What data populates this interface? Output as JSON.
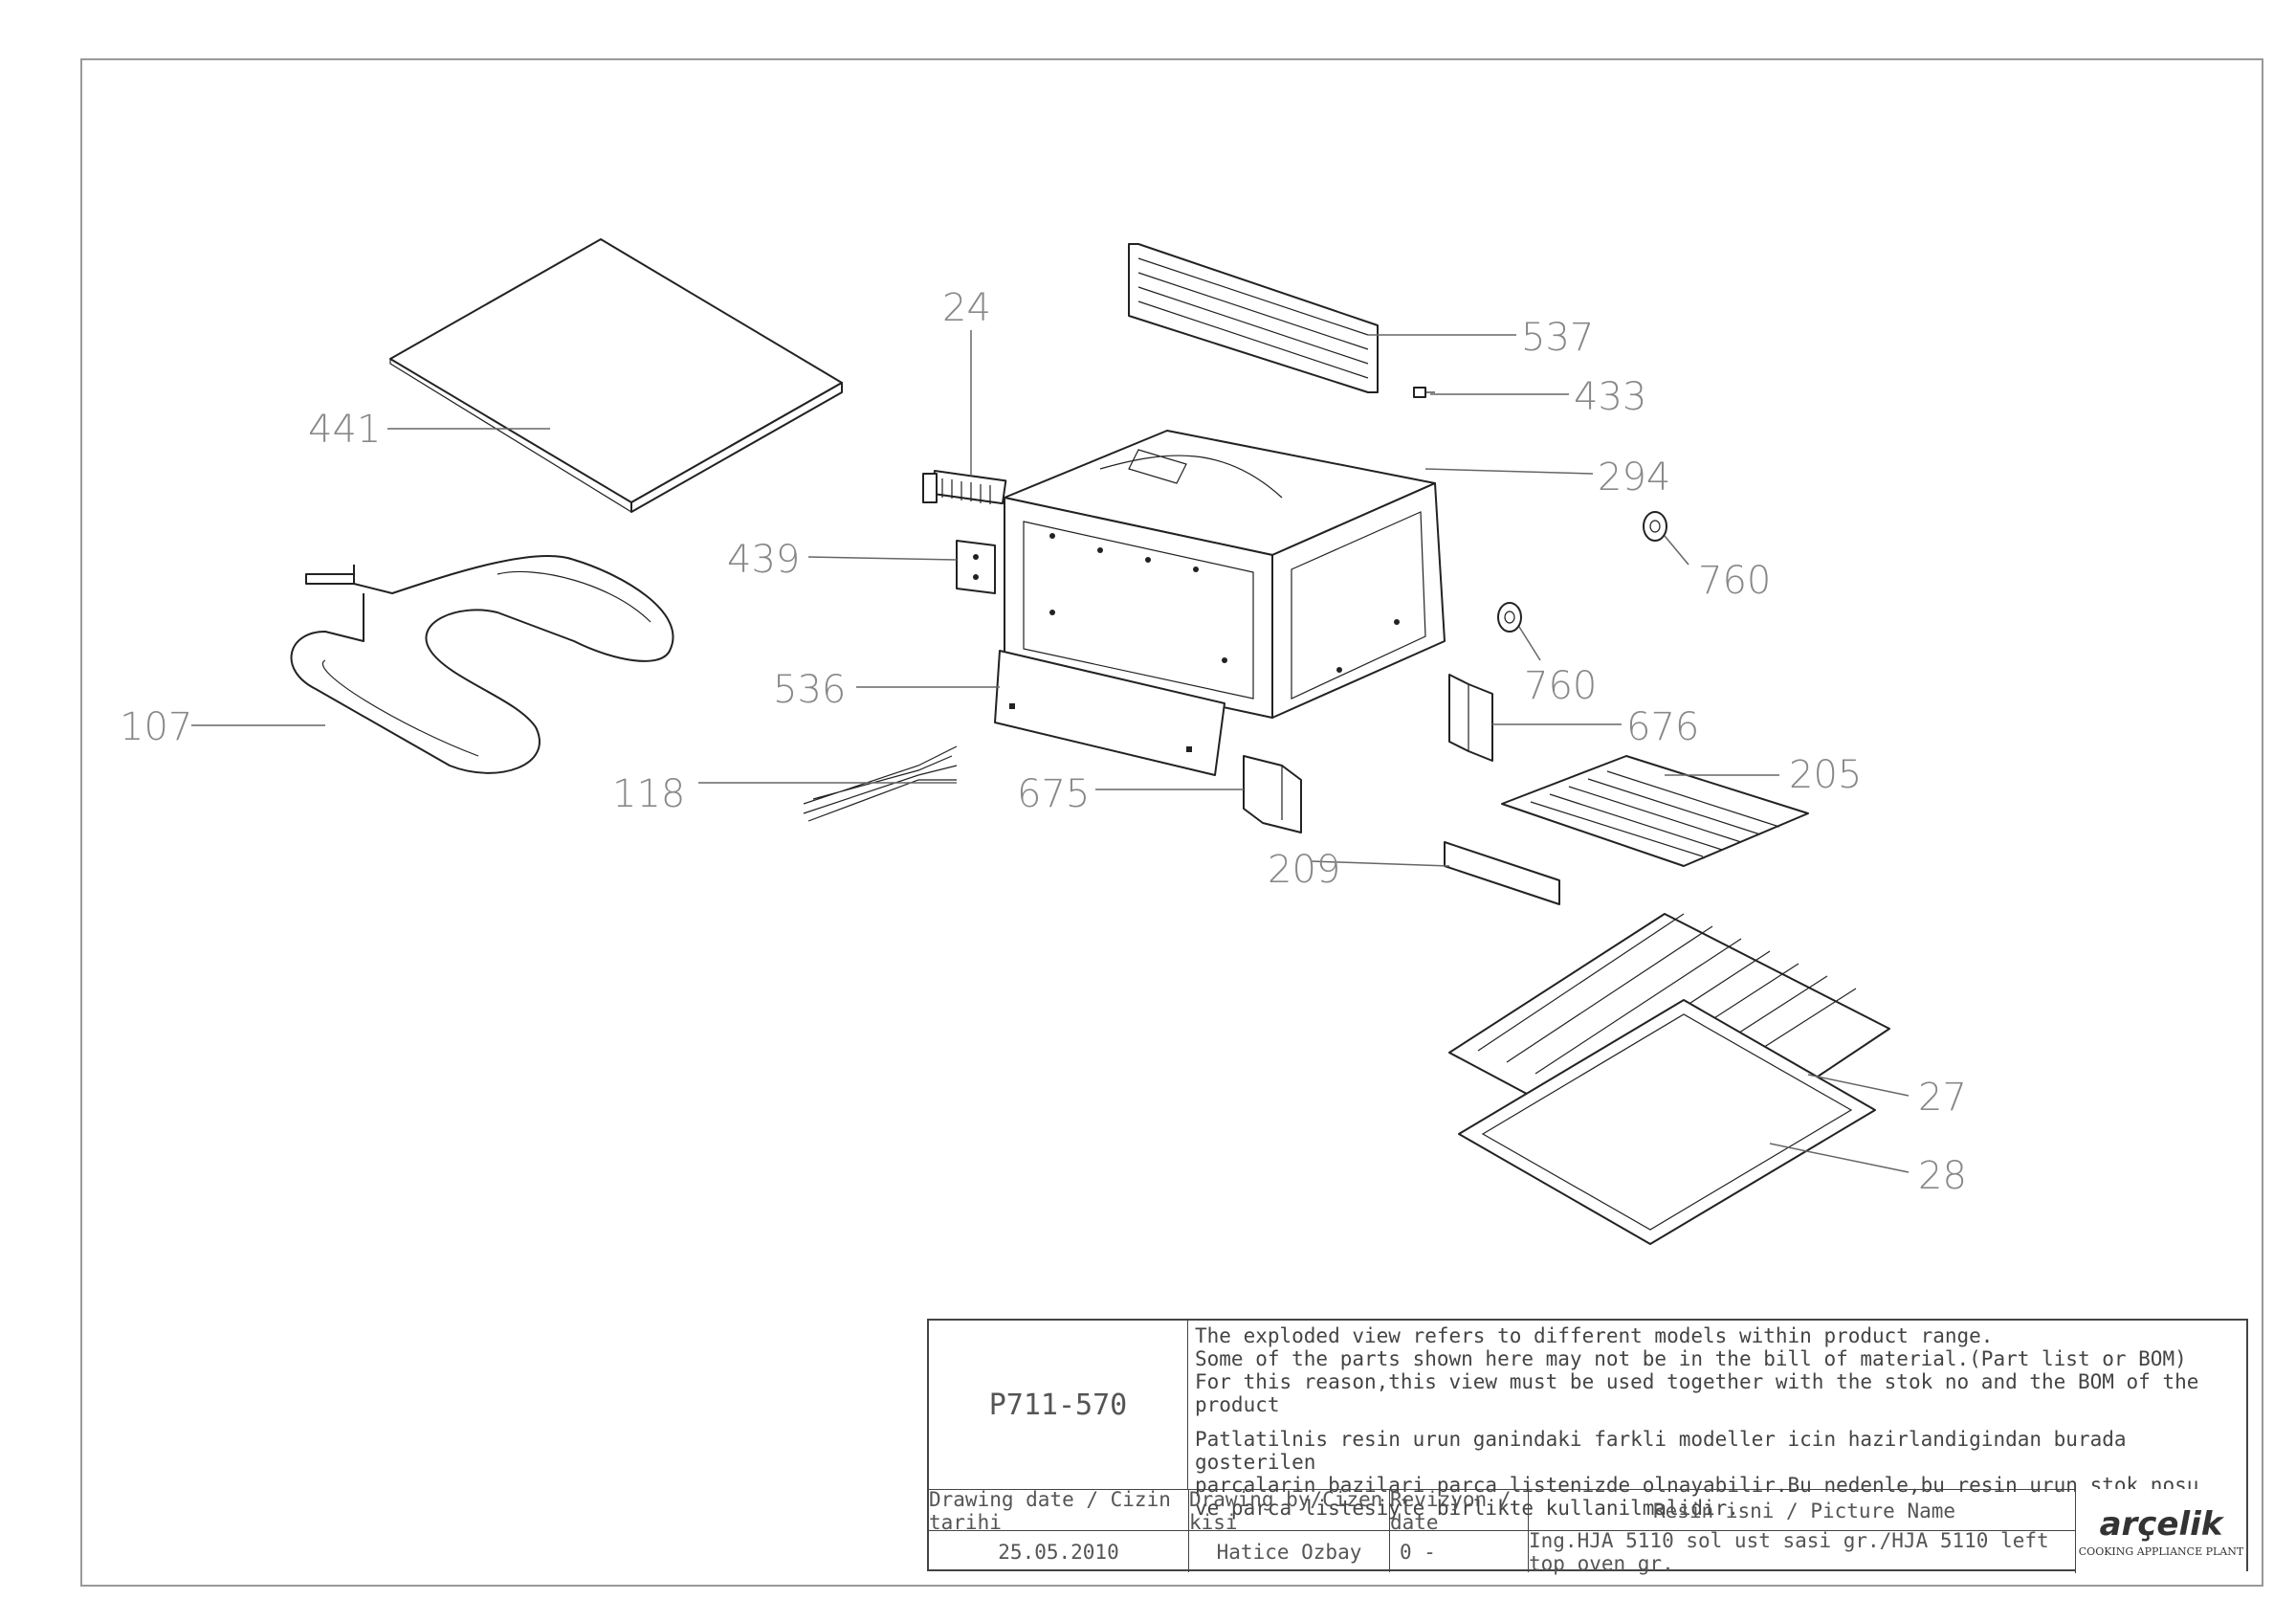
{
  "callouts": [
    "441",
    "24",
    "537",
    "433",
    "294",
    "439",
    "760",
    "760",
    "107",
    "536",
    "676",
    "118",
    "675",
    "205",
    "209",
    "27",
    "28"
  ],
  "title_block": {
    "drawing_code": "P711-570",
    "notes_en": [
      "The exploded view refers to different models within product range.",
      "Some of the parts shown here may not be in the bill of material.(Part list or BOM)",
      "For this reason,this view must be used together with the stok no and the BOM of the product"
    ],
    "notes_tr": [
      "Patlatilnis resin urun ganindaki farkli modeller icin hazirlandigindan burada gosterilen",
      "parcalarin bazilari parca listenizde olnayabilir.Bu nedenle,bu resin urun stok nosu",
      "ve parca listesiyle birlikte kullanilmalidir."
    ],
    "headers": {
      "drawing_date": "Drawing date / Cizin tarihi",
      "drawing_by": "Drawing by/Cizen kisi",
      "revision": "Revizyon / date",
      "picture_name": "Resin isni / Picture Name"
    },
    "values": {
      "drawing_date": "25.05.2010",
      "drawing_by": "Hatice Ozbay",
      "revision": "0 -",
      "picture_name": "Ing.HJA 5110 sol ust sasi gr./HJA 5110 left top oven gr."
    },
    "logo": {
      "brand": "arçelik",
      "subtitle": "COOKING APPLIANCE PLANT"
    }
  }
}
